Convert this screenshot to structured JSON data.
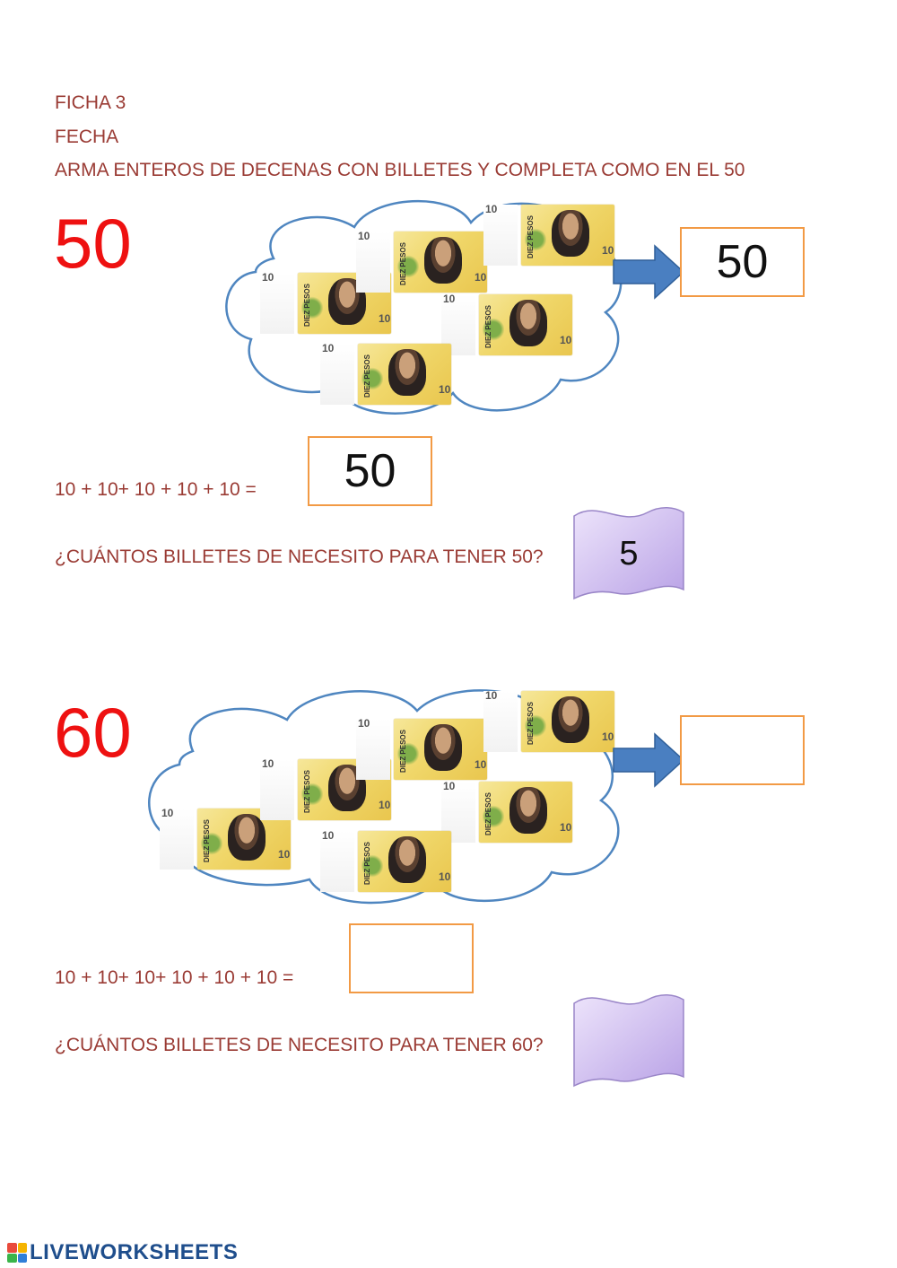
{
  "header": {
    "ficha": "FICHA 3",
    "fecha": "FECHA",
    "instruction": "ARMA  ENTEROS DE DECENAS CON BILLETES Y COMPLETA COMO EN EL 50"
  },
  "bill_denomination": "10",
  "exercise1": {
    "number": "50",
    "result_box": "50",
    "sum_text": "10 + 10+  10 + 10  +  10 =",
    "sum_answer": "50",
    "question": "¿CUÁNTOS BILLETES DE NECESITO PARA TENER   50?",
    "question_answer": "5"
  },
  "exercise2": {
    "number": "60",
    "result_box": "",
    "sum_text": "10 + 10+  10+ 10 + 10  +  10  =",
    "sum_answer": "",
    "question": "¿CUÁNTOS BILLETES DE NECESITO PARA TENER   60?",
    "question_answer": ""
  },
  "footer": {
    "brand": "LIVEWORKSHEETS"
  },
  "colors": {
    "text": "#9a3b34",
    "big_number": "#ee1111",
    "box_border": "#f29a45",
    "arrow": "#4a7fc1",
    "cloud_stroke": "#4f86c0",
    "banner_fill": "#c9b6ef"
  }
}
